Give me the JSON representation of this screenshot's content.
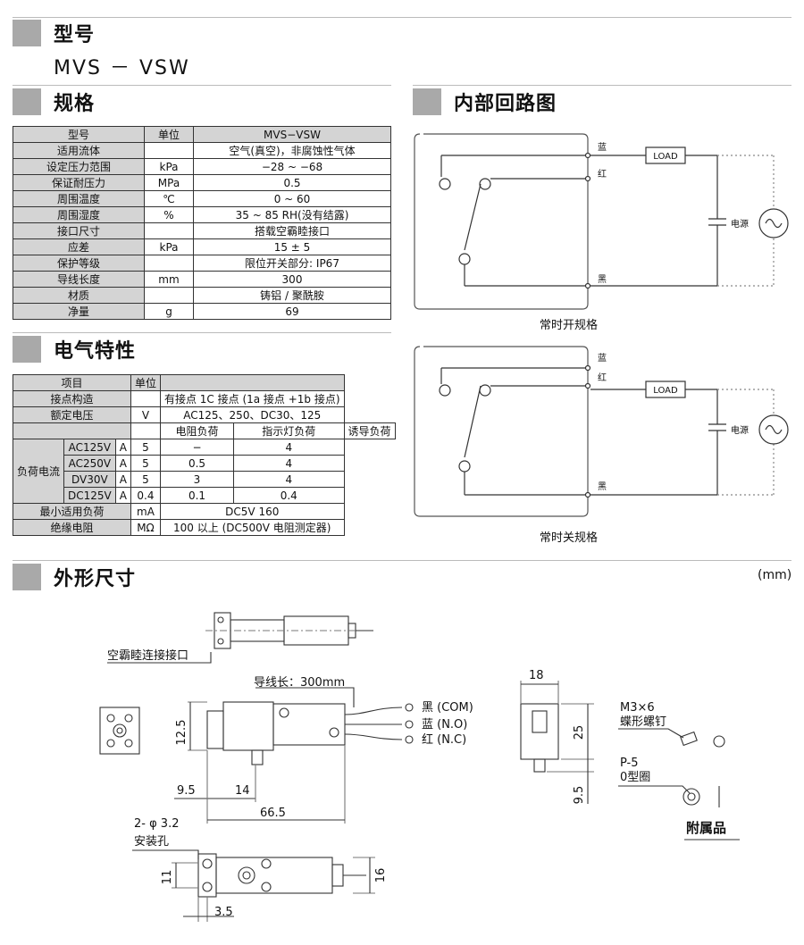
{
  "sections": {
    "model": "型号",
    "spec": "规格",
    "electric": "电气特性",
    "circuit": "内部回路图",
    "dims": "外形尺寸"
  },
  "model_value": "MVS － VSW",
  "dims_unit": "(mm)",
  "spec_table": {
    "headers": [
      "型号",
      "单位",
      "MVS−VSW"
    ],
    "rows": [
      [
        "适用流体",
        "",
        "空气(真空)，非腐蚀性气体"
      ],
      [
        "设定压力范围",
        "kPa",
        "−28 ~ −68"
      ],
      [
        "保证耐压力",
        "MPa",
        "0.5"
      ],
      [
        "周围温度",
        "℃",
        "0 ~ 60"
      ],
      [
        "周围湿度",
        "%",
        "35 ~ 85  RH(没有结露)"
      ],
      [
        "接口尺寸",
        "",
        "搭载空霸睦接口"
      ],
      [
        "应差",
        "kPa",
        "15 ± 5"
      ],
      [
        "保护等级",
        "",
        "限位开关部分: IP67"
      ],
      [
        "导线长度",
        "mm",
        "300"
      ],
      [
        "材质",
        "",
        "铸铝 / 聚酰胺"
      ],
      [
        "净量",
        "g",
        "69"
      ]
    ]
  },
  "elec_table": {
    "h_item": "项目",
    "h_unit": "单位",
    "contact_label": "接点构造",
    "contact_value": "有接点 1C 接点 (1a 接点 +1b 接点)",
    "voltage_label": "额定电压",
    "voltage_unit": "V",
    "voltage_value": "AC125、250、DC30、125",
    "load_headers": [
      "电阻负荷",
      "指示灯负荷",
      "诱导负荷"
    ],
    "load_label": "负荷电流",
    "load_rows": [
      [
        "AC125V",
        "A",
        "5",
        "−",
        "4"
      ],
      [
        "AC250V",
        "A",
        "5",
        "0.5",
        "4"
      ],
      [
        "DV30V",
        "A",
        "5",
        "3",
        "4"
      ],
      [
        "DC125V",
        "A",
        "0.4",
        "0.1",
        "0.4"
      ]
    ],
    "min_label": "最小适用负荷",
    "min_unit": "mA",
    "min_value": "DC5V 160",
    "ins_label": "绝缘电阻",
    "ins_unit": "MΩ",
    "ins_value": "100 以上 (DC500V 电阻测定器)"
  },
  "circuit": {
    "blue": "蓝",
    "red": "红",
    "black": "黑",
    "load": "LOAD",
    "power": "电源",
    "caption_no": "常时开规格",
    "caption_nc": "常时关规格"
  },
  "dims": {
    "port_label": "空霸睦连接接口",
    "lead_label": "导线长：300mm",
    "wire_black": "黑 (COM)",
    "wire_blue": "蓝 (N.O)",
    "wire_red": "红 (N.C)",
    "d_12_5": "12.5",
    "d_9_5": "9.5",
    "d_14": "14",
    "d_66_5": "66.5",
    "holes": "2- φ 3.2",
    "holes2": "安装孔",
    "d_11": "11",
    "d_16": "16",
    "d_3_5": "3.5",
    "d_18": "18",
    "d_25": "25",
    "d_9_5b": "9.5",
    "screw": "M3×6",
    "screw2": "蝶形螺钉",
    "oring": "P-5",
    "oring2": "0型圈",
    "accessory": "附属品"
  }
}
